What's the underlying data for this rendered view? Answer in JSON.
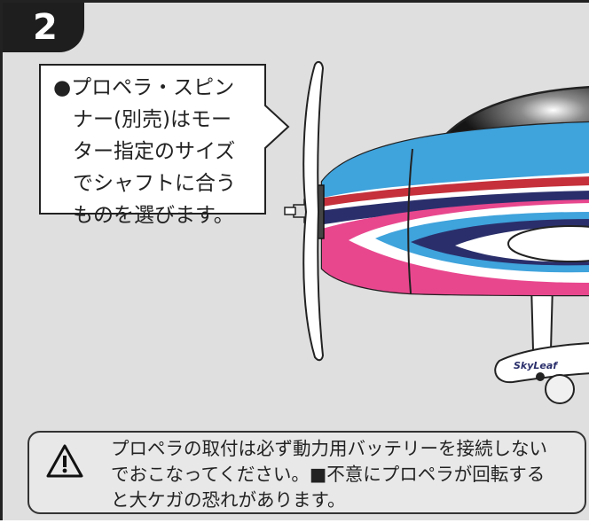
{
  "step": {
    "number": "2"
  },
  "callout": {
    "bullet": "●",
    "lines": [
      "プロペラ・スピン",
      "ナー(別売)はモー",
      "ター指定のサイズ",
      "でシャフトに合う",
      "ものを選びます。"
    ]
  },
  "aircraft": {
    "logo_text": "SkyLeaf"
  },
  "warning": {
    "icon": "warning-triangle-icon",
    "lines": [
      "プロペラの取付は必ず動力用バッテリーを接続しない",
      "でおこなってください。■不意にプロペラが回転する",
      "と大ケガの恐れがあります。"
    ]
  },
  "colors": {
    "panel_bg": "#dfdfdf",
    "blue": "#3fa3dc",
    "pink": "#e8478e",
    "navy": "#2a2f6b",
    "red_stripe": "#c5303a"
  }
}
